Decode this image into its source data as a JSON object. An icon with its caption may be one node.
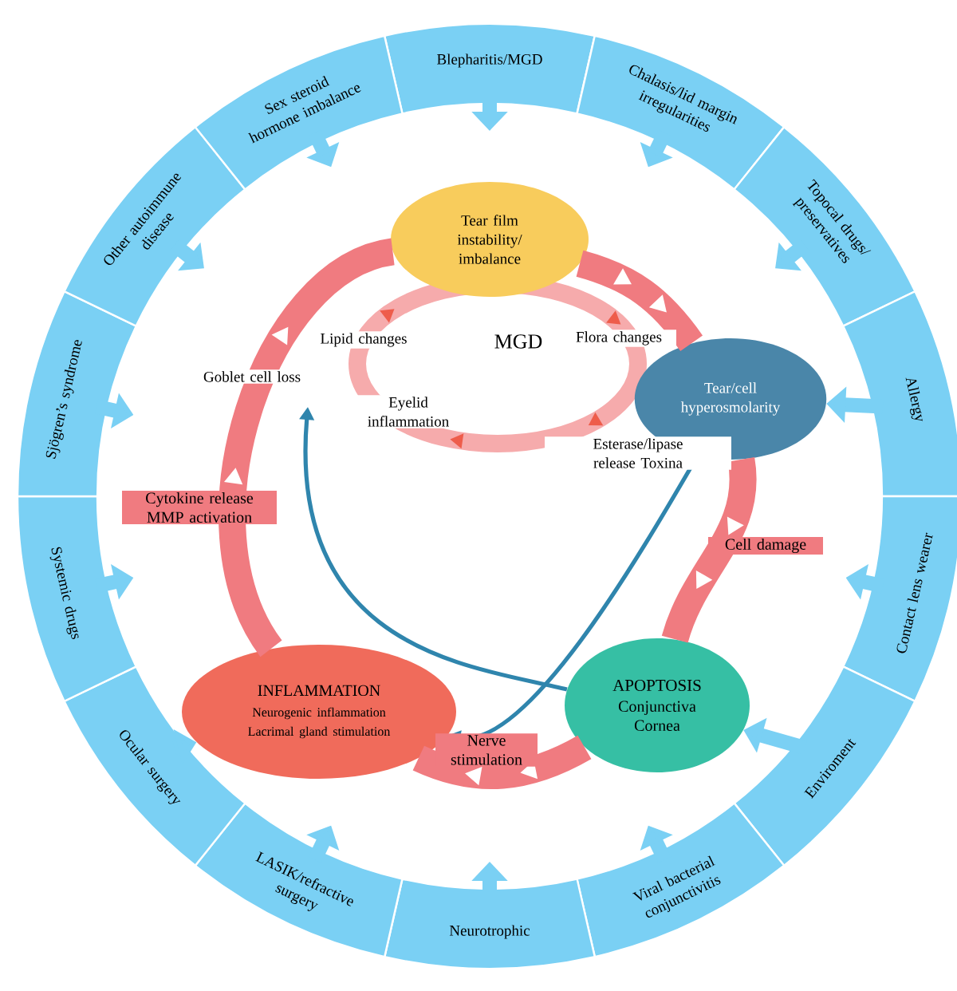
{
  "diagram": {
    "nodes": [
      {
        "text": [
          "Blepharitis/MGD"
        ]
      },
      {
        "text": [
          "Chalasis/lid margin irregularities"
        ]
      },
      {
        "text": [
          "Topocal drugs/ preservatives"
        ]
      },
      {
        "text": [
          "Allergy"
        ]
      },
      {
        "text": [
          "Contact lens wearer"
        ]
      },
      {
        "text": [
          "Enviroment"
        ]
      },
      {
        "text": [
          "Viral bacterial conjunctivitis"
        ]
      },
      {
        "text": [
          "Neurotrophic"
        ]
      },
      {
        "text": [
          "LASIK/refractive surgery"
        ]
      },
      {
        "text": [
          "Ocular surgery"
        ]
      },
      {
        "text": [
          "Systemic drugs"
        ]
      },
      {
        "text": [
          "Sjögren’s syndrome"
        ]
      },
      {
        "text": [
          "Other autoimmune disease"
        ]
      },
      {
        "text": [
          "Sex steroid hormone imbalance"
        ]
      },
      {
        "text": [
          "Tear film instability/ imbalance"
        ]
      },
      {
        "text": [
          "Tear/cell hyperosmolarity"
        ]
      },
      {
        "text": [
          "APOPTOSIS",
          "Conjunctiva Cornea"
        ]
      },
      {
        "text": [
          "INFLAMMATION",
          "Neurogenic inflammation Lacrimal gland stimulation"
        ]
      }
    ],
    "edges": [
      {
        "from": 0,
        "to": null,
        "arrow": "to"
      },
      {
        "from": 1,
        "to": null,
        "arrow": "to"
      },
      {
        "from": 2,
        "to": null,
        "arrow": "to"
      },
      {
        "from": 3,
        "to": 15,
        "arrow": "to"
      },
      {
        "from": 4,
        "to": null,
        "arrow": "to"
      },
      {
        "from": 5,
        "to": 16,
        "arrow": "to"
      },
      {
        "from": 6,
        "to": null,
        "arrow": "to"
      },
      {
        "from": 7,
        "to": null,
        "arrow": "to"
      },
      {
        "from": 8,
        "to": null,
        "arrow": "to"
      },
      {
        "from": 9,
        "to": 17,
        "arrow": "to"
      },
      {
        "from": 10,
        "to": null,
        "arrow": "to"
      },
      {
        "from": 11,
        "to": null,
        "arrow": "to"
      },
      {
        "from": 12,
        "to": null,
        "arrow": "to"
      },
      {
        "from": 13,
        "to": null,
        "arrow": "to"
      },
      {
        "from": 14,
        "to": 15,
        "arrow": "to",
        "style": "thick",
        "color": "#f07b80"
      },
      {
        "from": 15,
        "to": 16,
        "arrow": "to",
        "style": "thick",
        "color": "#f07b80",
        "label": "Cell damage"
      },
      {
        "from": 16,
        "to": 17,
        "arrow": "to",
        "style": "thick",
        "color": "#f07b80",
        "label": "Nerve stimulation"
      },
      {
        "from": 17,
        "to": 14,
        "arrow": "to",
        "style": "thick",
        "color": "#f07b80",
        "label": "Cytokine release MMP activation"
      },
      {
        "from": 15,
        "to": 17,
        "arrow": "to",
        "color": "#2f85ad"
      },
      {
        "from": 16,
        "to": null,
        "arrow": "to",
        "color": "#2f85ad"
      }
    ],
    "labels": [
      "Lipid changes",
      "MGD",
      "Flora changes",
      "Goblet cell loss",
      "Eyelid inflammation",
      "Esterase/lipase release Toxina"
    ]
  }
}
